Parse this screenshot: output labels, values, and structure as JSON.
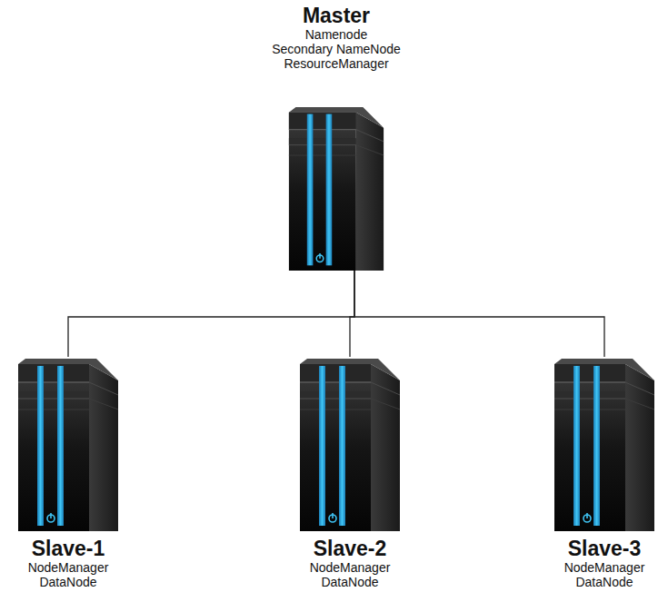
{
  "diagram": {
    "nodes": [
      {
        "text": [
          "Master",
          "Namenode",
          "Secondary NameNode",
          "ResourceManager"
        ]
      },
      {
        "text": [
          "Slave-1",
          "NodeManager",
          "DataNode"
        ]
      },
      {
        "text": [
          "Slave-2",
          "NodeManager",
          "DataNode"
        ]
      },
      {
        "text": [
          "Slave-3",
          "NodeManager",
          "DataNode"
        ]
      }
    ],
    "edges": [
      {
        "from": 0,
        "to": 1,
        "arrow": "none"
      },
      {
        "from": 0,
        "to": 2,
        "arrow": "none"
      },
      {
        "from": 0,
        "to": 3,
        "arrow": "none"
      }
    ]
  }
}
